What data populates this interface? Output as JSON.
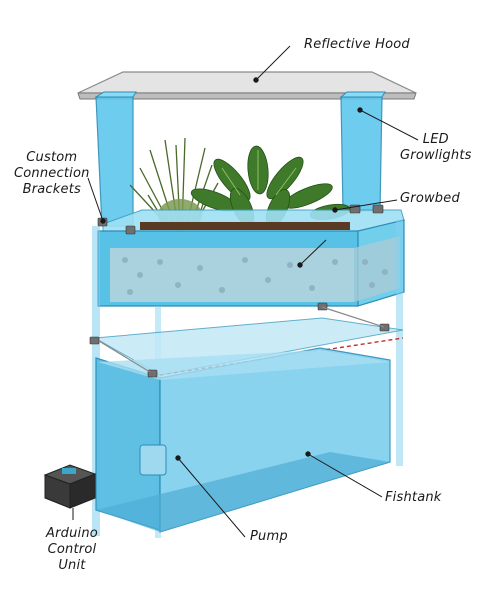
{
  "labels": {
    "reflective_hood": "Reflective Hood",
    "led_growlights": [
      "LED",
      "Growlights"
    ],
    "custom_brackets": [
      "Custom",
      "Connection",
      "Brackets"
    ],
    "growbed": "Growbed",
    "fishtank": "Fishtank",
    "pump": "Pump",
    "arduino": [
      "Arduino",
      "Control",
      "Unit"
    ]
  },
  "colors": {
    "water": "#6ec6e8",
    "glass": "#8fd6ee",
    "hood": "#d8d8d8",
    "gravel": "#b9d4dc",
    "plant": "#3f7a2a",
    "arduino_box": "#3a3a3a"
  }
}
